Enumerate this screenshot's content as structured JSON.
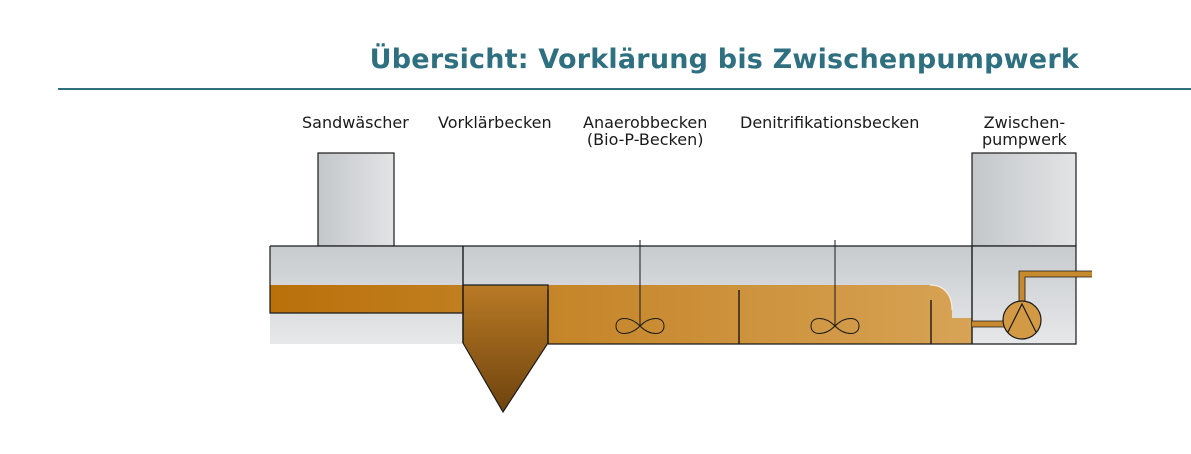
{
  "title": "Übersicht: Vorklärung bis Zwischenpumpwerk",
  "stages": {
    "sandwaescher": "Sandwäscher",
    "vorklaerbecken": "Vorklärbecken",
    "anaerob_line1": "Anaerobbecken",
    "anaerob_line2": "(Bio-P-Becken)",
    "denitrifikation": "Denitrifikationsbecken",
    "zwischen_line1": "Zwischen-",
    "zwischen_line2": "pumpwerk"
  },
  "colors": {
    "title": "#2e6f80",
    "water_dark": "#b9700a",
    "water_light": "#d7a355",
    "hopper_dark": "#7a4a10",
    "tank_grey": "#d6d8da",
    "outline": "#1a1a1a"
  }
}
